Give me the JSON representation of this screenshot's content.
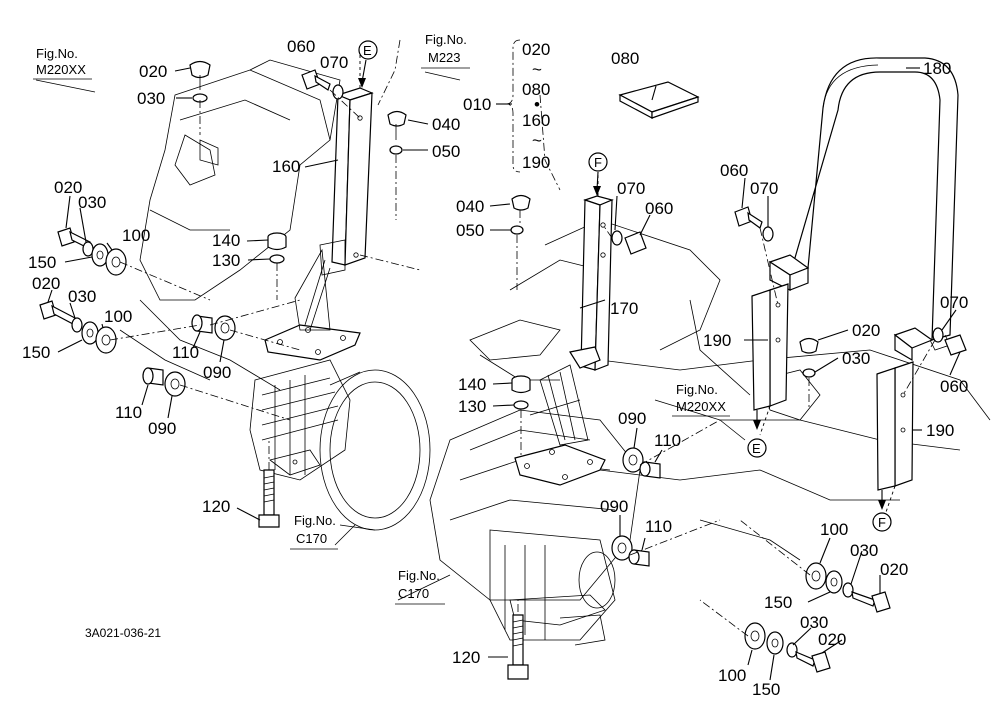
{
  "drawing_code": "3A021-036-21",
  "figure_refs": {
    "m220_left": {
      "line1": "Fig.No.",
      "line2": "M220XX"
    },
    "m223": {
      "line1": "Fig.No.",
      "line2": "M223"
    },
    "c170_left": {
      "line1": "Fig.No.",
      "line2": "C170"
    },
    "c170_right": {
      "line1": "Fig.No.",
      "line2": "C170"
    },
    "m220_right": {
      "line1": "Fig.No.",
      "line2": "M220XX"
    }
  },
  "markers": {
    "e": "E",
    "f": "F"
  },
  "group_010": {
    "label": "010",
    "items": [
      "020",
      "~",
      "080",
      "•",
      "160",
      "~",
      "190"
    ]
  },
  "labels": {
    "l_020_a": "020",
    "l_030_a": "030",
    "l_020_b": "020",
    "l_030_b": "030",
    "l_100_b": "100",
    "l_150_b": "150",
    "l_020_c": "020",
    "l_030_c": "030",
    "l_100_c": "100",
    "l_150_c": "150",
    "l_110_a": "110",
    "l_090_a": "090",
    "l_110_b": "110",
    "l_090_b": "090",
    "l_060_a": "060",
    "l_070_a": "070",
    "l_040_a": "040",
    "l_050_a": "050",
    "l_160": "160",
    "l_140_a": "140",
    "l_130_a": "130",
    "l_120_a": "120",
    "l_080": "080",
    "l_180": "180",
    "l_040_b": "040",
    "l_050_b": "050",
    "l_070_b": "070",
    "l_060_b": "060",
    "l_170": "170",
    "l_140_b": "140",
    "l_130_b": "130",
    "l_090_c": "090",
    "l_110_c": "110",
    "l_090_d": "090",
    "l_110_d": "110",
    "l_120_b": "120",
    "l_060_c": "060",
    "l_070_c": "070",
    "l_190_a": "190",
    "l_020_d": "020",
    "l_030_d": "030",
    "l_070_d": "070",
    "l_060_d": "060",
    "l_190_b": "190",
    "l_100_d": "100",
    "l_030_e": "030",
    "l_020_e": "020",
    "l_150_d": "150",
    "l_030_f": "030",
    "l_020_f": "020",
    "l_100_e": "100",
    "l_150_e": "150"
  }
}
